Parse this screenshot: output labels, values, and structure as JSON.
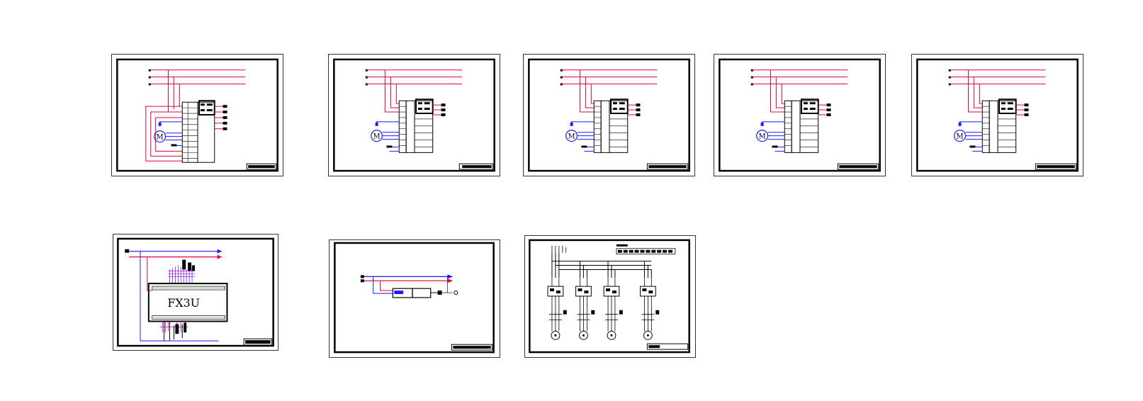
{
  "model_space": {
    "sheets": [
      {
        "id": "motor-circuit-1",
        "motor_label": "M"
      },
      {
        "id": "motor-circuit-2",
        "motor_label": "M"
      },
      {
        "id": "motor-circuit-3",
        "motor_label": "M"
      },
      {
        "id": "motor-circuit-4",
        "motor_label": "M"
      },
      {
        "id": "motor-circuit-5",
        "motor_label": "M"
      },
      {
        "id": "plc-wiring",
        "plc_label": "FX3U"
      },
      {
        "id": "power-supply"
      },
      {
        "id": "main-circuit"
      }
    ]
  },
  "colors": {
    "red_wire": "#e0003a",
    "blue_wire": "#1a1aff",
    "magenta_wire": "#d000d0",
    "green_wire": "#008000",
    "frame": "#000000"
  }
}
